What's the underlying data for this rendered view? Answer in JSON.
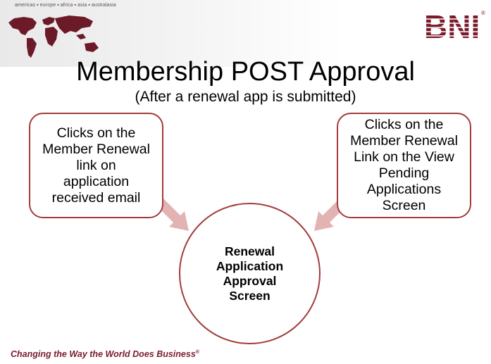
{
  "header": {
    "regions": [
      "americas",
      "europe",
      "africa",
      "asia",
      "australasia"
    ],
    "logo_text": "BNI",
    "logo_mark": "®"
  },
  "slide": {
    "title": "Membership POST Approval",
    "subtitle": "(After a renewal app is submitted)"
  },
  "diagram": {
    "left_box": [
      "Clicks on the",
      "Member Renewal",
      "link on",
      "application",
      "received email"
    ],
    "right_box": [
      "Clicks on the",
      "Member Renewal",
      "Link on the View",
      "Pending",
      "Applications",
      "Screen"
    ],
    "center": [
      "Renewal",
      "Application",
      "Approval",
      "Screen"
    ]
  },
  "footer": {
    "tagline": "Changing the Way the World Does Business",
    "mark": "®"
  },
  "colors": {
    "brand": "#7a1a2b",
    "border": "#a23c3c",
    "arrow": "#e3b3b3"
  }
}
